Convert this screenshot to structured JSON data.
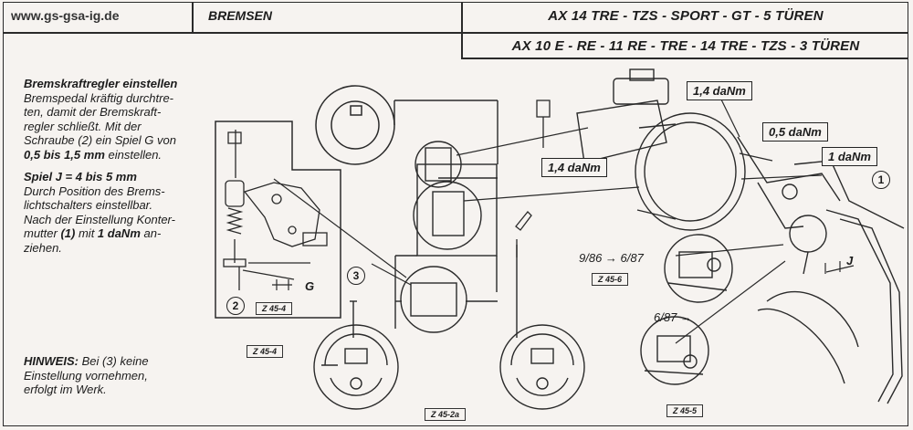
{
  "header": {
    "website": "www.gs-gsa-ig.de",
    "section": "BREMSEN",
    "model_line_1": "AX 14 TRE - TZS - SPORT - GT - 5 TÜREN",
    "model_line_2": "AX 10 E - RE - 11 RE - TRE - 14 TRE - TZS - 3 TÜREN"
  },
  "instructions": {
    "title": "Bremskraftregler einstellen",
    "para1_lines": [
      "Bremspedal kräftig durchtre-",
      "ten, damit der Bremskraft-",
      "regler schließt. Mit der",
      "Schraube (2) ein Spiel G von"
    ],
    "para1_value": "0,5 bis 1,5 mm",
    "para1_end": " einstellen.",
    "spiel_title": "Spiel J = 4 bis 5 mm",
    "para2_lines": [
      "Durch Position des Brems-",
      "lichtschalters einstellbar.",
      "Nach der Einstellung Konter-"
    ],
    "para2_l4_start": "mutter ",
    "para2_l4_ref": "(1)",
    "para2_l4_mid": " mit ",
    "para2_l4_value": "1 daNm",
    "para2_l4_end": " an-",
    "para2_l5": "ziehen."
  },
  "note": {
    "label": "HINWEIS:",
    "line1_rest": " Bei (3) keine",
    "line2": "Einstellung vornehmen,",
    "line3": "erfolgt im Werk."
  },
  "torque_labels": {
    "top_master": "1,4 daNm",
    "booster": "1,4 daNm",
    "bracket": "0,5 daNm",
    "pedal": "1 daNm"
  },
  "figure_refs": {
    "detail_box": "Z 45-4",
    "left_note": "Z 45-4",
    "drum_bottom": "Z 45-2a",
    "detail_upper": "Z 45-6",
    "detail_lower": "Z 45-5"
  },
  "date_labels": {
    "upper": "9/86 → 6/87",
    "lower": "6/87 →"
  },
  "callouts": {
    "c1": "1",
    "c2": "2",
    "c3": "3"
  },
  "letters": {
    "G": "G",
    "J": "J"
  }
}
